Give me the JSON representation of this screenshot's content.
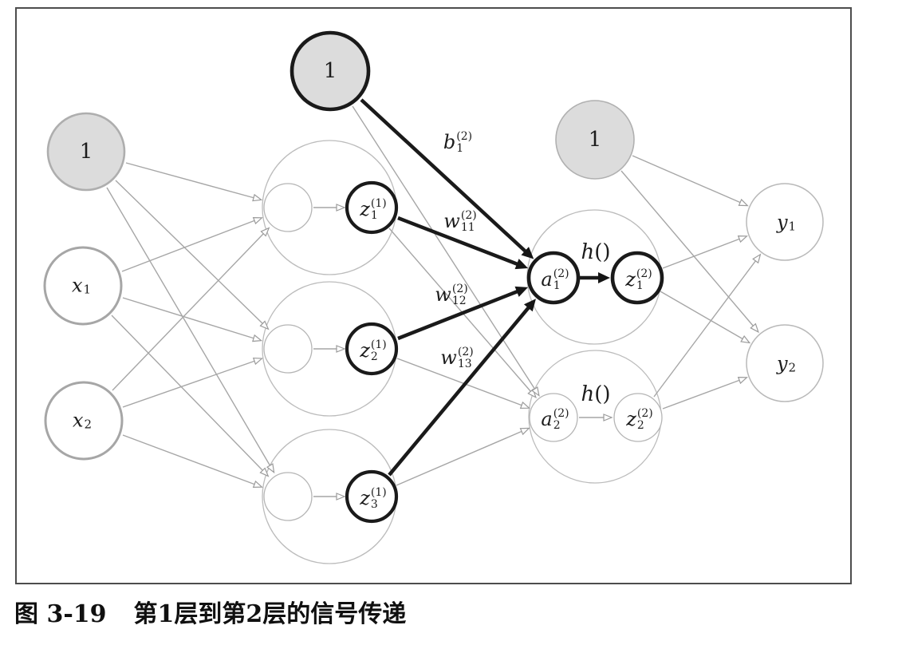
{
  "figure": {
    "caption_prefix": "图 3-19",
    "caption_text": "第1层到第2层的信号传递"
  },
  "colors": {
    "node_fill_gray": "#dcdcdc",
    "light_stroke": "#a6a6a6",
    "group_circle_stroke": "#bcbcbc",
    "bold_stroke": "#1a1a1a",
    "frame_stroke": "#4d4d4d"
  },
  "nodes": {
    "input_bias": {
      "text": "1"
    },
    "x1": {
      "base": "x",
      "sub": "1"
    },
    "x2": {
      "base": "x",
      "sub": "2"
    },
    "layer2_bias": {
      "text": "1"
    },
    "layer3_bias": {
      "text": "1"
    },
    "z1_l1": {
      "base": "z",
      "sup": "(1)",
      "sub": "1"
    },
    "z2_l1": {
      "base": "z",
      "sup": "(1)",
      "sub": "2"
    },
    "z3_l1": {
      "base": "z",
      "sup": "(1)",
      "sub": "3"
    },
    "a1_l2": {
      "base": "a",
      "sup": "(2)",
      "sub": "1"
    },
    "z1_l2": {
      "base": "z",
      "sup": "(2)",
      "sub": "1"
    },
    "a2_l2": {
      "base": "a",
      "sup": "(2)",
      "sub": "2"
    },
    "z2_l2": {
      "base": "z",
      "sup": "(2)",
      "sub": "2"
    },
    "y1": {
      "base": "y",
      "sub": "1"
    },
    "y2": {
      "base": "y",
      "sub": "2"
    }
  },
  "edge_labels": {
    "b1": {
      "base": "b",
      "sup": "(2)",
      "sub": "1"
    },
    "w11": {
      "base": "w",
      "sup": "(2)",
      "sub": "11"
    },
    "w12": {
      "base": "w",
      "sup": "(2)",
      "sub": "12"
    },
    "w13": {
      "base": "w",
      "sup": "(2)",
      "sub": "13"
    },
    "h_top": {
      "base": "h",
      "rest": "()"
    },
    "h_bottom": {
      "base": "h",
      "rest": "()"
    }
  },
  "connections": {
    "light": [
      "input_bias->group1",
      "input_bias->group2",
      "input_bias->group3",
      "x1->group1",
      "x1->group2",
      "x1->group3",
      "x2->group1",
      "x2->group2",
      "x2->group3",
      "group1_inner->z1_l1",
      "group2_inner->z2_l1",
      "group3_inner->z3_l1",
      "layer2_bias->a2_l2",
      "z1_l1->a2_l2",
      "z2_l1->a2_l2",
      "z3_l1->a2_l2",
      "a2_l2->z2_l2",
      "layer3_bias->y1",
      "layer3_bias->y2",
      "z1_l2->y1",
      "z1_l2->y2",
      "z2_l2->y1",
      "z2_l2->y2"
    ],
    "bold": [
      {
        "edge": "layer2_bias->a1_l2",
        "label": "b1"
      },
      {
        "edge": "z1_l1->a1_l2",
        "label": "w11"
      },
      {
        "edge": "z2_l1->a1_l2",
        "label": "w12"
      },
      {
        "edge": "z3_l1->a1_l2",
        "label": "w13"
      },
      {
        "edge": "a1_l2->z1_l2",
        "label": "h_top"
      }
    ],
    "activation_bottom": {
      "edge": "a2_l2->z2_l2",
      "label": "h_bottom"
    }
  }
}
